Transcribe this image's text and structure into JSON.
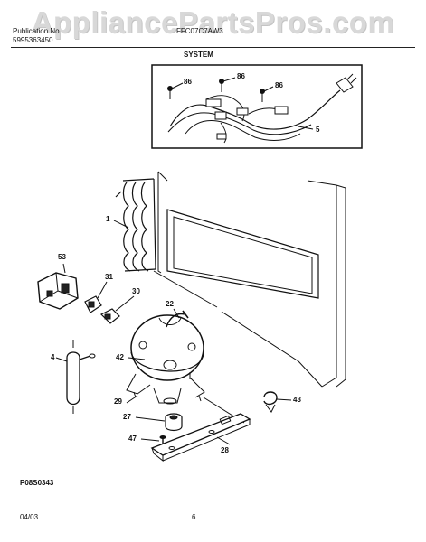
{
  "watermark": "AppliancePartsPros.com",
  "header": {
    "publication_label": "Publication No",
    "publication_number": "5995363450",
    "model": "FFC07C7AW3",
    "section": "SYSTEM"
  },
  "callouts": {
    "inset": [
      "86",
      "86",
      "86",
      "5"
    ],
    "main": [
      "1",
      "53",
      "31",
      "30",
      "22",
      "42",
      "4",
      "29",
      "27",
      "47",
      "28",
      "43"
    ]
  },
  "footer": {
    "figure_code": "P08S0343",
    "date": "04/03",
    "page": "6"
  }
}
